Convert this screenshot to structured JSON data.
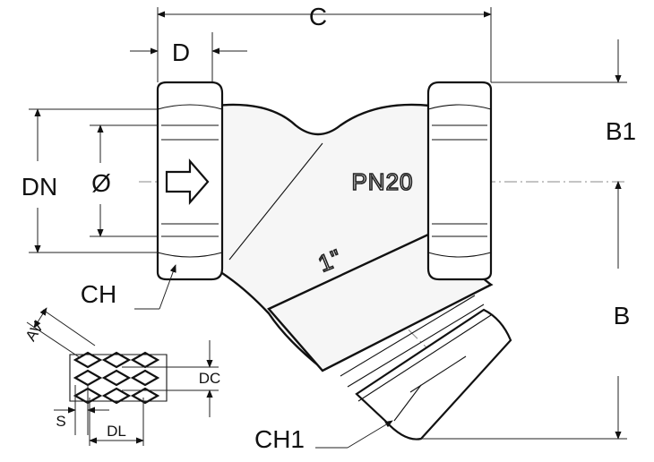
{
  "dimensions": {
    "c": "C",
    "d": "D",
    "b1": "B1",
    "b": "B",
    "dn": "DN",
    "diameter": "Ø",
    "ch": "CH",
    "ch1": "CH1"
  },
  "markings": {
    "pressure": "PN20",
    "size": "1\""
  },
  "mesh_detail": {
    "av": "AV",
    "dc": "DC",
    "s": "S",
    "dl": "DL"
  }
}
